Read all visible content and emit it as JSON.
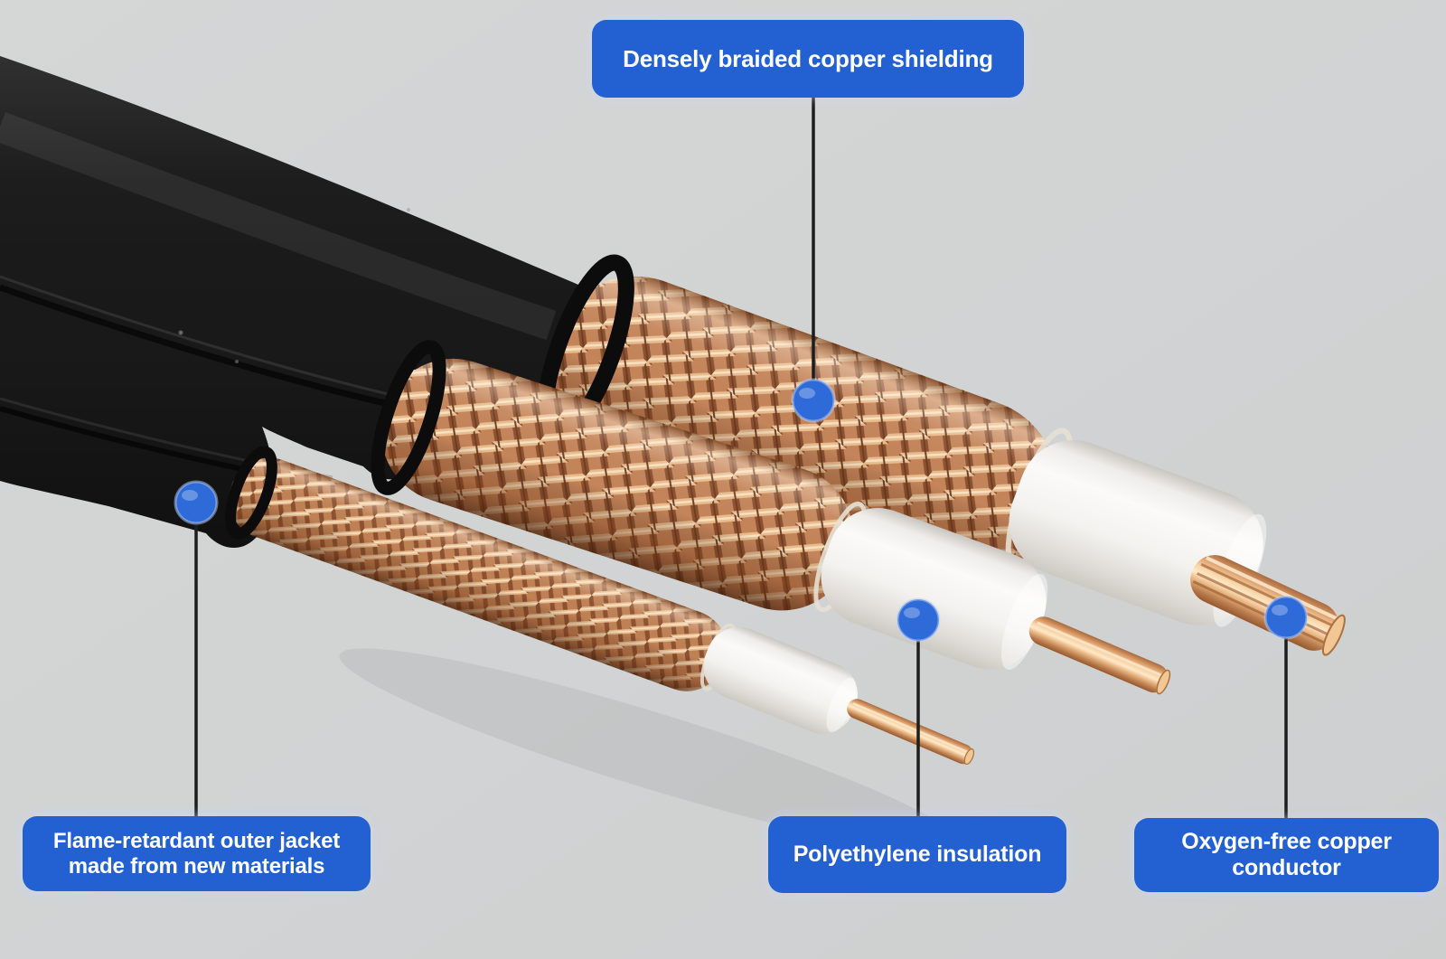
{
  "scene": {
    "type": "annotated product photo",
    "subject": "Stripped coaxial cable cutaway showing construction layers",
    "background_color": "#d2d3d4",
    "label_bg_color": "#2360d2",
    "label_text_color": "#ffffff",
    "marker_color": "#2e6bd8",
    "leader_line_color": "#1d1d1d",
    "jacket_color": "#191919",
    "copper_color": "#c5855a",
    "insulation_color": "#f4f3f0"
  },
  "callouts": {
    "shielding": {
      "text": "Densely braided copper shielding"
    },
    "jacket": {
      "line1": "Flame-retardant outer jacket",
      "line2": "made from new materials"
    },
    "insulation": {
      "text": "Polyethylene insulation"
    },
    "conductor": {
      "line1": "Oxygen-free copper",
      "line2": "conductor"
    }
  }
}
